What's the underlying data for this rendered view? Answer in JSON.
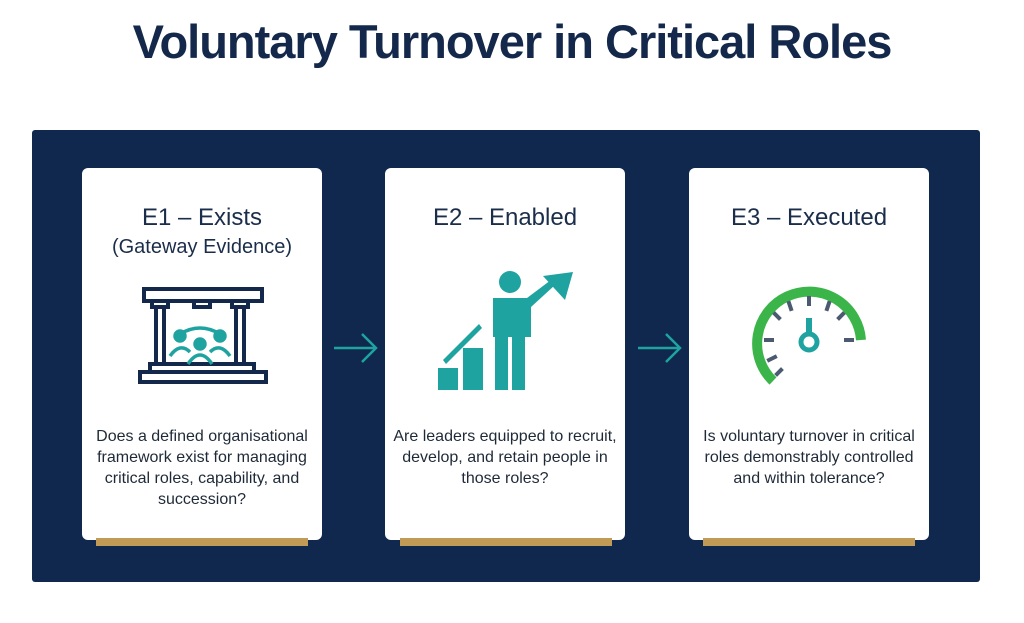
{
  "title": "Voluntary Turnover in Critical Roles",
  "cards": [
    {
      "heading": "E1 – Exists",
      "subheading": "(Gateway Evidence)",
      "icon": "pillar-building-people-icon",
      "question": "Does a defined organisational framework exist for managing critical roles, capability, and succession?"
    },
    {
      "heading": "E2 – Enabled",
      "icon": "person-growth-chart-icon",
      "question": "Are leaders equipped to recruit, develop, and retain people in those roles?"
    },
    {
      "heading": "E3 – Executed",
      "icon": "gauge-icon",
      "question": "Is voluntary turnover in critical roles demonstrably controlled and within tolerance?"
    }
  ],
  "colors": {
    "navy": "#10284d",
    "teal": "#1fa3a0",
    "green": "#3bb54a",
    "gold": "#c19a55"
  }
}
